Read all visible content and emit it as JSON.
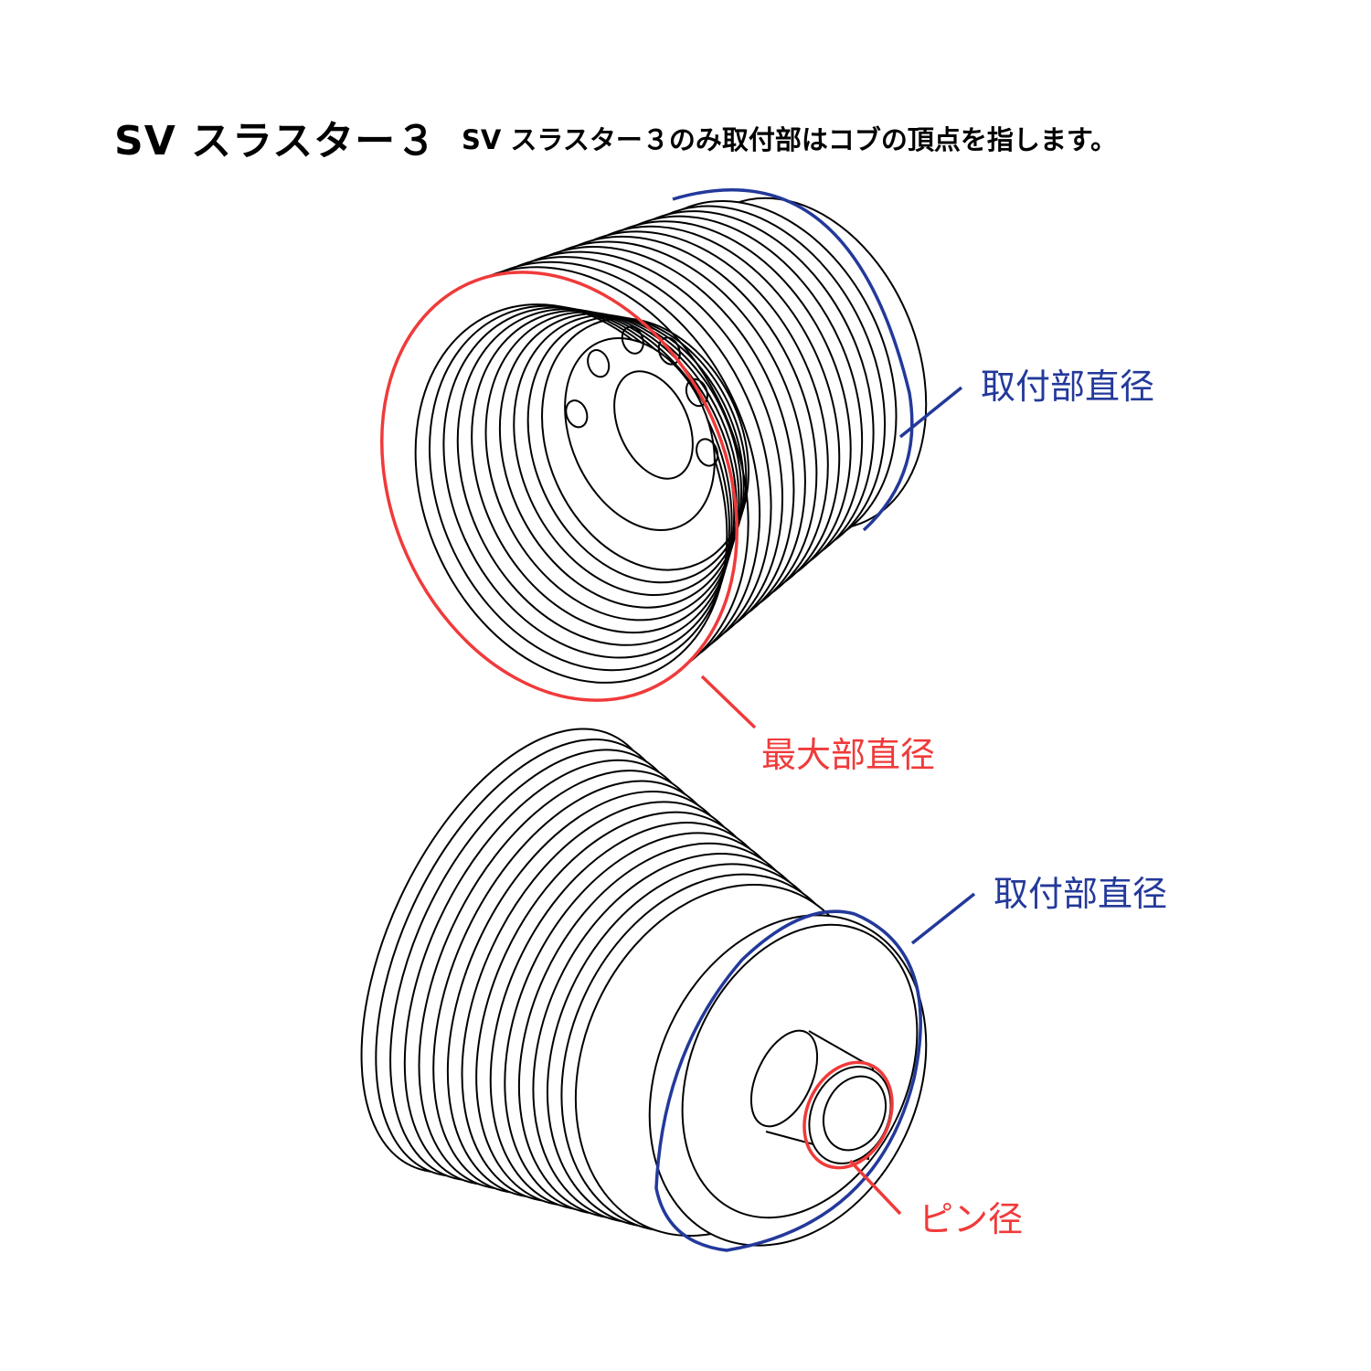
{
  "header": {
    "title": "SV スラスター３",
    "note": "SV スラスター３のみ取付部はコブの頂点を指します。"
  },
  "labels": {
    "top_mount_diameter": "取付部直径",
    "top_max_diameter": "最大部直径",
    "bottom_mount_diameter": "取付部直径",
    "bottom_pin_diameter": "ピン径"
  },
  "colors": {
    "mount": "#23399a",
    "max": "#f03a3a",
    "line": "#000000"
  }
}
